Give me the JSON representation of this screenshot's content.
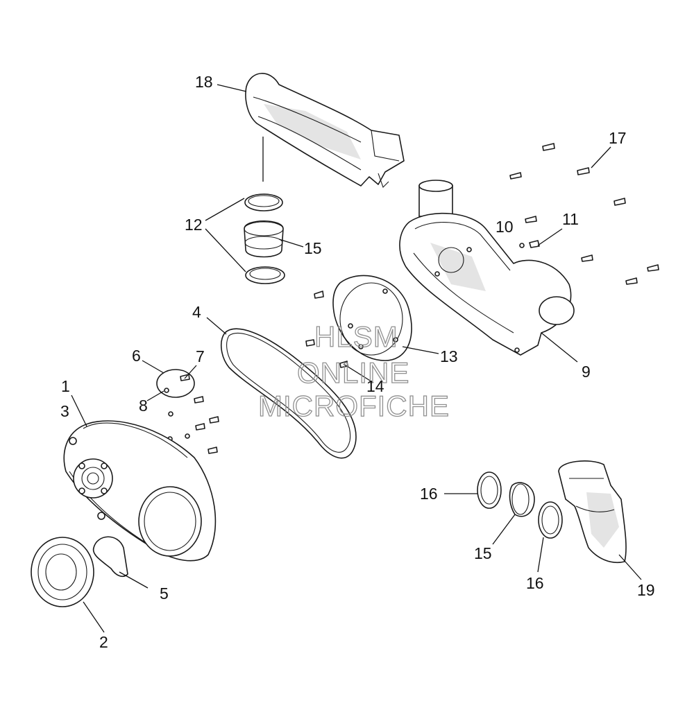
{
  "callouts": {
    "c1": "1",
    "c2": "2",
    "c3": "3",
    "c4": "4",
    "c5": "5",
    "c6": "6",
    "c7": "7",
    "c8": "8",
    "c9": "9",
    "c10": "10",
    "c11": "11",
    "c12": "12",
    "c13": "13",
    "c14": "14",
    "c15a": "15",
    "c15b": "15",
    "c16a": "16",
    "c16b": "16",
    "c17": "17",
    "c18": "18",
    "c19": "19"
  },
  "watermark": {
    "line1": "HLSM",
    "line2": "ONLINE",
    "line3": "MICROFICHE"
  },
  "colors": {
    "line": "#1a1a1a",
    "watermark": "#8f8f8f",
    "background": "#ffffff"
  }
}
